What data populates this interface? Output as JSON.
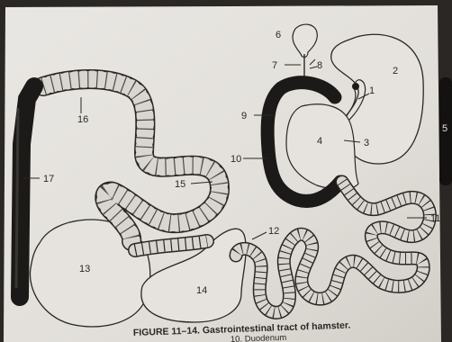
{
  "figure": {
    "caption_title": "FIGURE 11–14. Gastrointestinal tract of hamster.",
    "caption_sub": "10. Duodenum"
  },
  "labels": {
    "l1": "1",
    "l2": "2",
    "l3": "3",
    "l4": "4",
    "l5": "5",
    "l6": "6",
    "l7": "7",
    "l8": "8",
    "l9": "9",
    "l10": "10",
    "l11": "11",
    "l12": "12",
    "l13": "13",
    "l14": "14",
    "l15": "15",
    "l16": "16",
    "l17": "17"
  },
  "colors": {
    "paper": "#e4e1dc",
    "ink": "#2b2622",
    "dark_segment": "#1c1a18",
    "bowel_fill": "#d6d3ce"
  }
}
